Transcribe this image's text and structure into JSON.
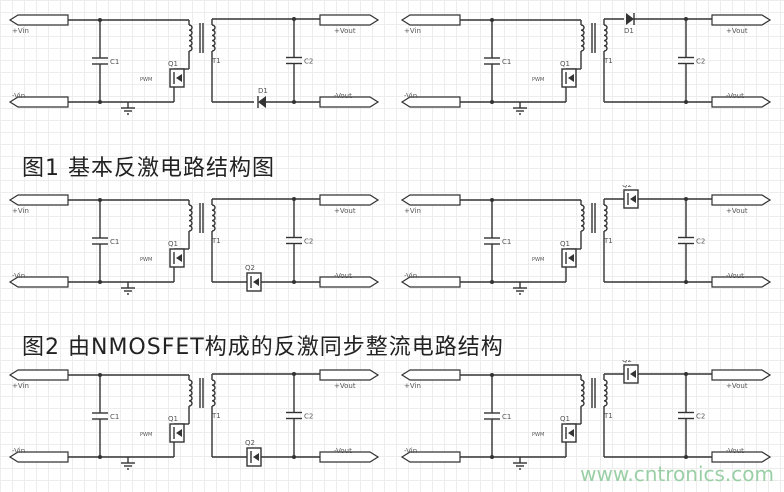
{
  "captions": {
    "fig1": "图1   基本反激电路结构图",
    "fig2": "图2   由NMOSFET构成的反激同步整流电路结构"
  },
  "labels": {
    "vin_pos": "+Vin",
    "vin_neg": "-Vin",
    "vout_pos": "+Vout",
    "vout_neg": "-Vout",
    "c1": "C1",
    "c2": "C2",
    "q1": "Q1",
    "q2": "Q2",
    "t1": "T1",
    "d1": "D1",
    "pwm": "PWM"
  },
  "watermark": "www.cntronics.com",
  "colors": {
    "ink": "#333333",
    "accent": "#56b36a"
  }
}
